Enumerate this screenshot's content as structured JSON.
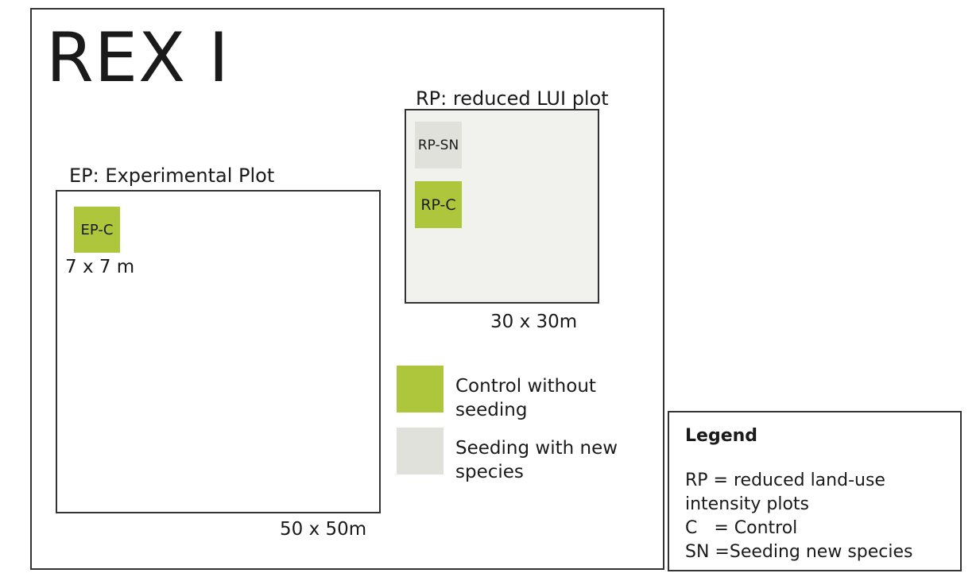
{
  "title": "REX I",
  "rp": {
    "title": "RP: reduced LUI plot",
    "sub_sn": "RP-SN",
    "sub_c": "RP-C",
    "size": "30 x 30m"
  },
  "ep": {
    "title": "EP: Experimental Plot",
    "sub_c": "EP-C",
    "sub_size": "7 x 7 m",
    "size": "50 x 50m"
  },
  "key": {
    "control_line1": "Control without",
    "control_line2": "seeding",
    "seeding_line1": "Seeding with new",
    "seeding_line2": "species"
  },
  "legend": {
    "title": "Legend",
    "line1": "RP = reduced land-use",
    "line2": "intensity plots",
    "line3": "C   = Control",
    "line4": "SN =Seeding new species"
  },
  "colors": {
    "control_green": "#aec63b",
    "seeding_grey": "#e1e1dc",
    "rp_plot_fill": "#f1f1ed"
  }
}
